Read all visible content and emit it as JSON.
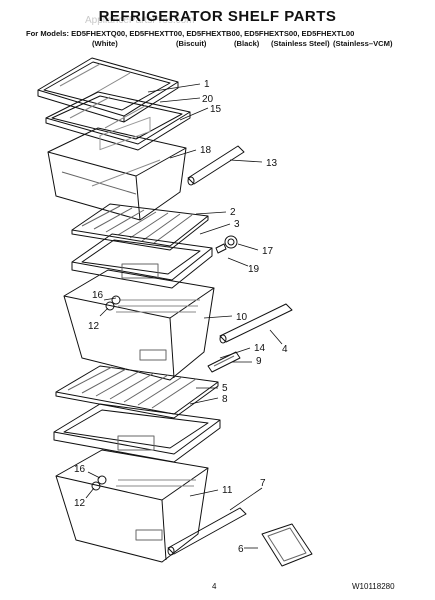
{
  "title": "REFRIGERATOR SHELF PARTS",
  "models_line": "For Models: ED5FHEXTQ00, ED5FHEXTT00, ED5FHEXTB00, ED5FHEXTS00, ED5FHEXTL00",
  "colors": [
    "(White)",
    "(Biscuit)",
    "(Black)",
    "(Stainless Steel)",
    "(Stainless–VCM)"
  ],
  "watermark": "AppliancePartsPros.com",
  "page_number": "4",
  "document_number": "W10118280",
  "callouts": [
    "1",
    "20",
    "15",
    "18",
    "13",
    "2",
    "3",
    "17",
    "19",
    "16",
    "12",
    "10",
    "4",
    "14",
    "9",
    "5",
    "8",
    "16",
    "12",
    "11",
    "7",
    "6"
  ]
}
